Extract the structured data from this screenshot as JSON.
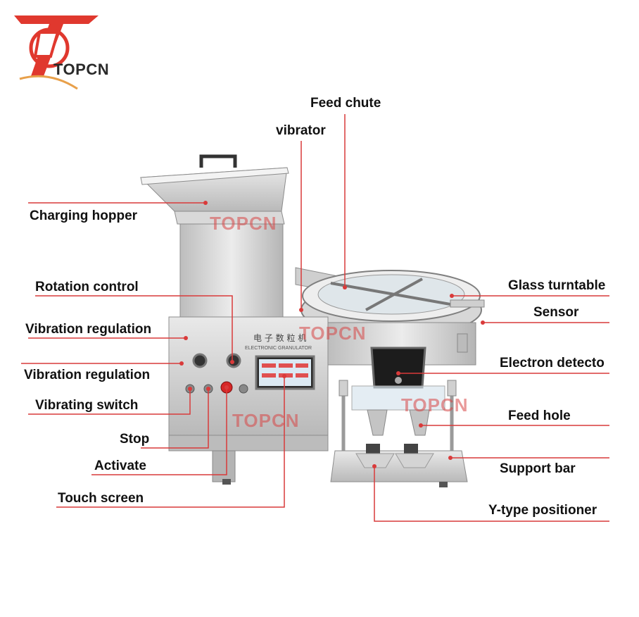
{
  "brand": {
    "name": "TOPCN",
    "accent": "#e0382e"
  },
  "watermarks": [
    "TOPCN",
    "TOPCN",
    "TOPCN",
    "TOPCN"
  ],
  "panel": {
    "title_cn": "电 子 数 粒 机",
    "title_en": "ELECTRONIC GRANULATOR"
  },
  "labels": {
    "feed_chute": "Feed chute",
    "vibrator": "vibrator",
    "charging_hopper": "Charging hopper",
    "rotation_control": "Rotation control",
    "glass_turntable": "Glass turntable",
    "sensor": "Sensor",
    "vibration_regulation_1": "Vibration regulation",
    "vibration_regulation_2": "Vibration regulation",
    "electron_detector": "Electron detecto",
    "vibrating_switch": "Vibrating switch",
    "feed_hole": "Feed hole",
    "stop": "Stop",
    "activate": "Activate",
    "support_bar": "Support bar",
    "touch_screen": "Touch screen",
    "y_type_positioner": "Y-type positioner"
  },
  "colors": {
    "leader": "#d93a3a",
    "steel": "#c9c9c9",
    "steel_dark": "#9a9a9a",
    "text": "#111111"
  }
}
